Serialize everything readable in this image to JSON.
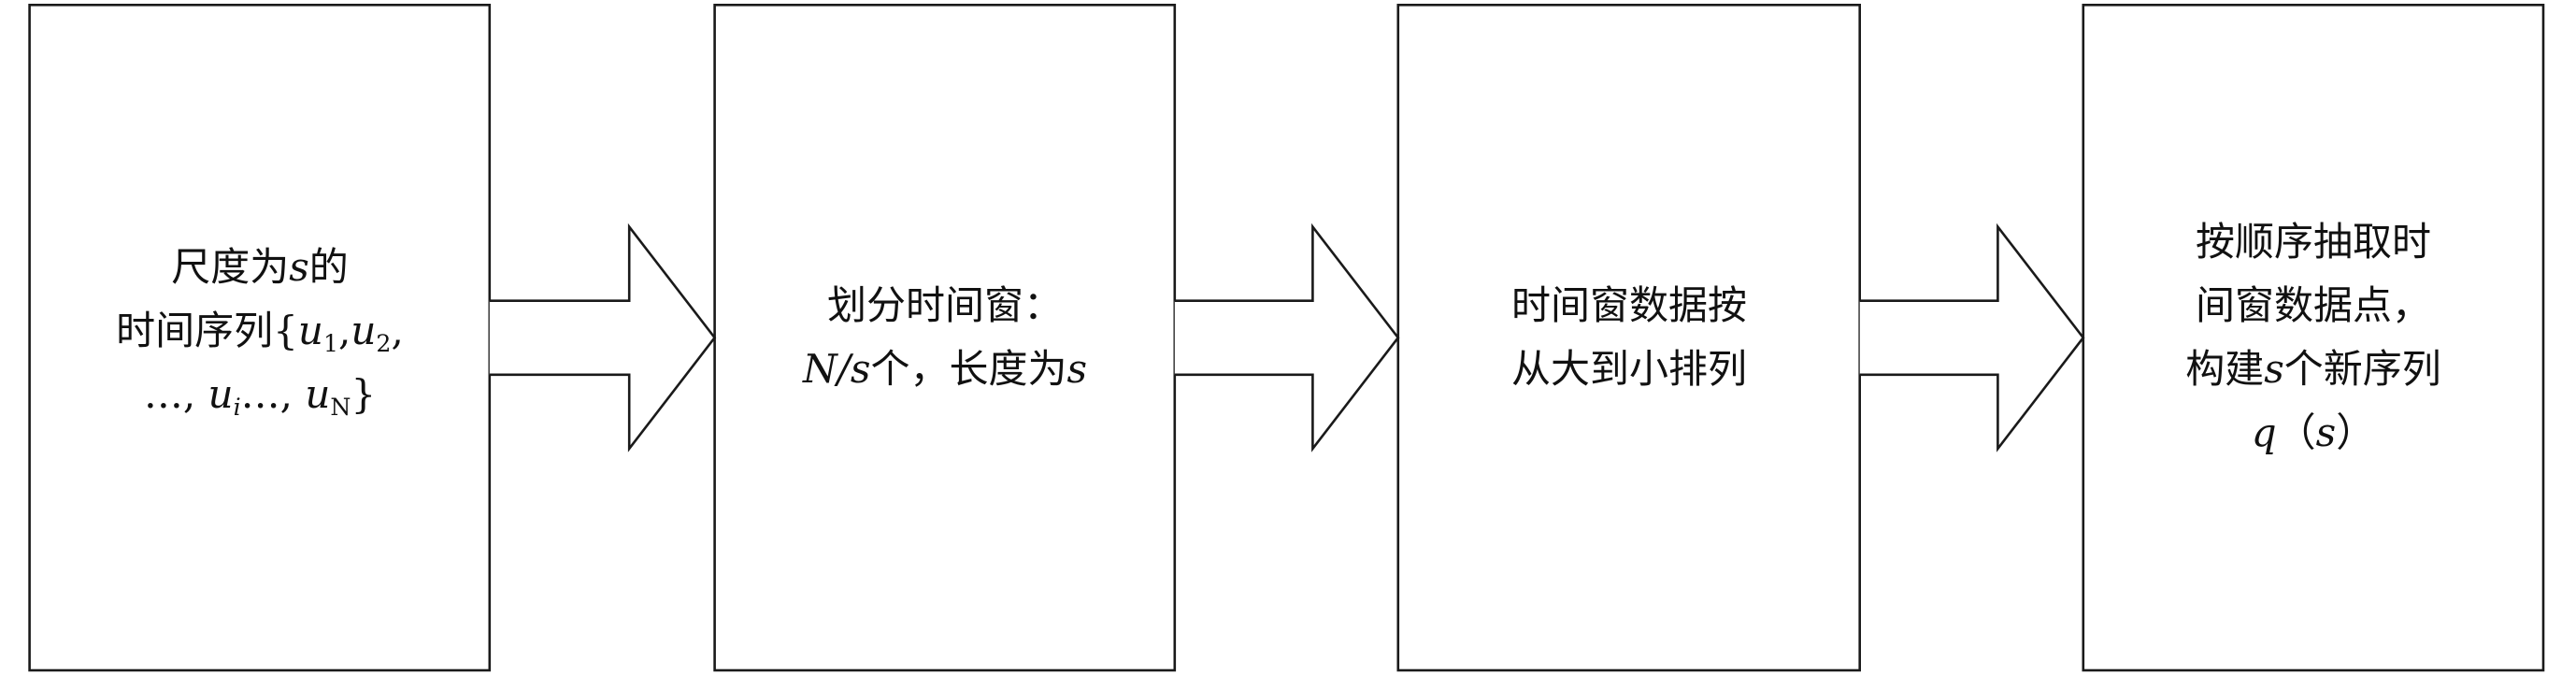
{
  "boxes": [
    {
      "lines": [
        [
          {
            "text": "尺度为"
          },
          {
            "text": "s",
            "italic": true
          },
          {
            "text": "的"
          }
        ],
        [
          {
            "text": "时间序列{"
          },
          {
            "text": "u",
            "italic": true
          },
          {
            "text": "1",
            "sub": true
          },
          {
            "text": ","
          },
          {
            "text": "u",
            "italic": true
          },
          {
            "text": "2",
            "sub": true
          },
          {
            "text": ","
          }
        ],
        [
          {
            "text": "…, "
          },
          {
            "text": "u",
            "italic": true
          },
          {
            "text": "i",
            "italic": true,
            "sub": true
          },
          {
            "text": "…, "
          },
          {
            "text": "u",
            "italic": true
          },
          {
            "text": "N",
            "sub": true
          },
          {
            "text": "}"
          }
        ]
      ]
    },
    {
      "lines": [
        [
          {
            "text": "划分时间窗："
          }
        ],
        [
          {
            "text": "N/s",
            "italic": true
          },
          {
            "text": "个，长度为"
          },
          {
            "text": "s",
            "italic": true
          }
        ]
      ]
    },
    {
      "lines": [
        [
          {
            "text": "时间窗数据按"
          }
        ],
        [
          {
            "text": "从大到小排列"
          }
        ]
      ]
    },
    {
      "lines": [
        [
          {
            "text": "按顺序抽取时"
          }
        ],
        [
          {
            "text": "间窗数据点，"
          }
        ],
        [
          {
            "text": "构建"
          },
          {
            "text": "s",
            "italic": true
          },
          {
            "text": "个新序列"
          }
        ],
        [
          {
            "text": "q",
            "italic": true
          },
          {
            "text": "（"
          },
          {
            "text": "s",
            "italic": true
          },
          {
            "text": "）"
          }
        ]
      ]
    }
  ]
}
